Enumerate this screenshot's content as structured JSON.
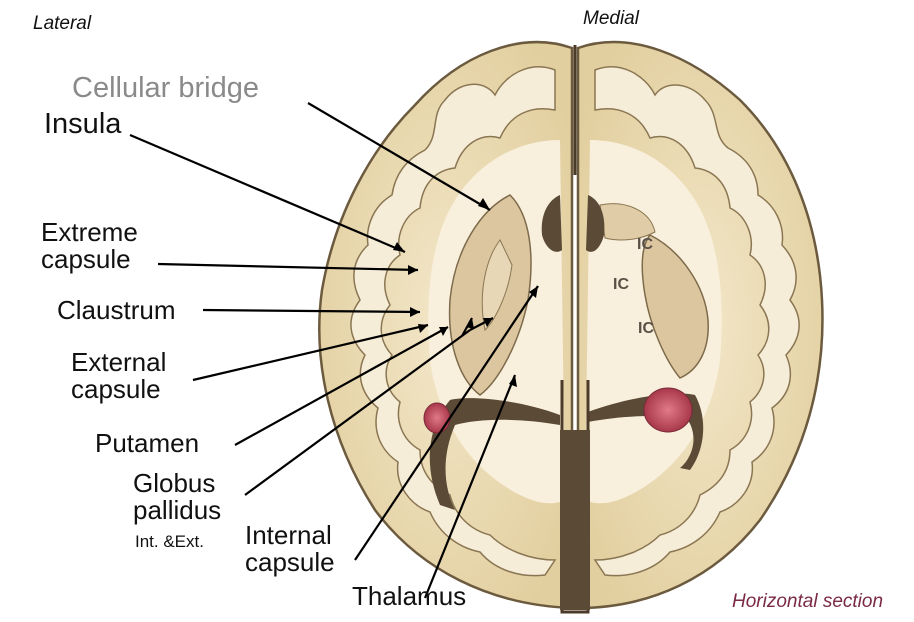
{
  "orientation": {
    "lateral": "Lateral",
    "medial": "Medial"
  },
  "labels": {
    "cellular_bridge": "Cellular bridge",
    "insula": "Insula",
    "extreme_capsule": [
      "Extreme",
      "capsule"
    ],
    "claustrum": "Claustrum",
    "external_capsule": [
      "External",
      "capsule"
    ],
    "putamen": "Putamen",
    "globus_pallidus": [
      "Globus",
      "pallidus"
    ],
    "globus_pallidus_note": "Int. &Ext.",
    "internal_capsule": [
      "Internal",
      "capsule"
    ],
    "thalamus": "Thalamus",
    "ic_marks": [
      "IC",
      "IC",
      "IC"
    ]
  },
  "section_caption": "Horizontal section",
  "colors": {
    "gray_matter": "#e9d9b2",
    "white_matter": "#f5ecd6",
    "outline": "#6b5a3e",
    "ventricle": "#5b4a36",
    "choroid_plexus": "#c85a6a",
    "caption": "#7a2a44",
    "label_gray": "#8a8a8a"
  }
}
